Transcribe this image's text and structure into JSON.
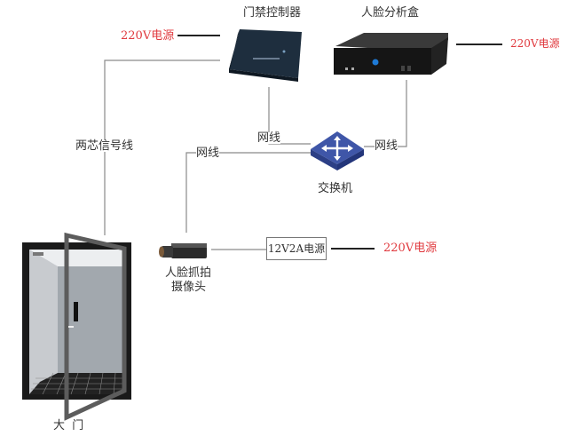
{
  "diagram": {
    "type": "face-recognition-access-control-wiring",
    "colors": {
      "line": "#8a8a8a",
      "power_line": "#222222",
      "power_label": "#e0393e",
      "switch_blue": "#3f56a8"
    },
    "devices": {
      "door_controller": {
        "label": "门禁控制器",
        "icon": "access-controller-box"
      },
      "face_analysis_box": {
        "label": "人脸分析盒",
        "icon": "mini-pc-box"
      },
      "switch": {
        "label": "交换机",
        "icon": "network-switch"
      },
      "camera": {
        "label_line1": "人脸抓拍",
        "label_line2": "摄像头",
        "icon": "box-camera"
      },
      "psu": {
        "label": "12V2A电源"
      },
      "door": {
        "label": "大  门",
        "icon": "glass-door"
      }
    },
    "power_labels": {
      "controller": "220V电源",
      "analysis_box": "220V电源",
      "camera_psu": "220V电源"
    },
    "cable_labels": {
      "controller_to_door": "两芯信号线",
      "controller_to_switch": "网线",
      "box_to_switch": "网线",
      "camera_to_switch": "网线"
    }
  }
}
